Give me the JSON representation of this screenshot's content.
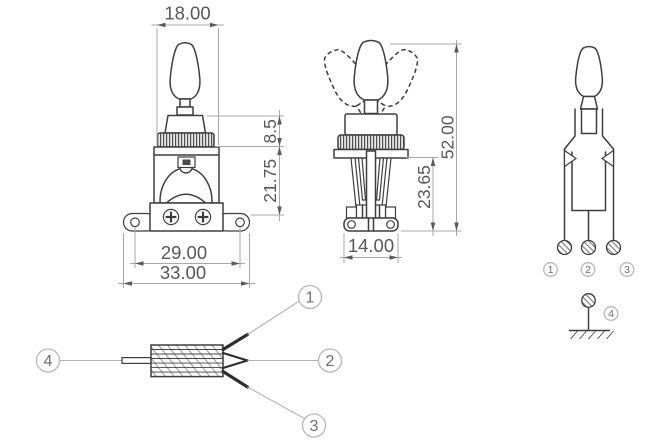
{
  "colors": {
    "background": "#ffffff",
    "drawing_line": "#3e3e3e",
    "dimension_line": "#a8a8a8",
    "dimension_text": "#585858",
    "label_circle": "#b8b8b8",
    "label_text": "#6e6e6e"
  },
  "front_view": {
    "dim_width_top": "18.00",
    "dim_bushing_height": "8.5",
    "dim_body_height": "21.75",
    "dim_hole_spacing": "29.00",
    "dim_overall_width": "33.00"
  },
  "side_view": {
    "dim_overall_height": "52.00",
    "dim_below_plate": "23.65",
    "dim_bracket_width": "14.00"
  },
  "schematic_view": {
    "terminal_1": "1",
    "terminal_2": "2",
    "terminal_3": "3",
    "terminal_4": "4"
  },
  "detail_view": {
    "label_1": "1",
    "label_2": "2",
    "label_3": "3",
    "label_4": "4"
  }
}
